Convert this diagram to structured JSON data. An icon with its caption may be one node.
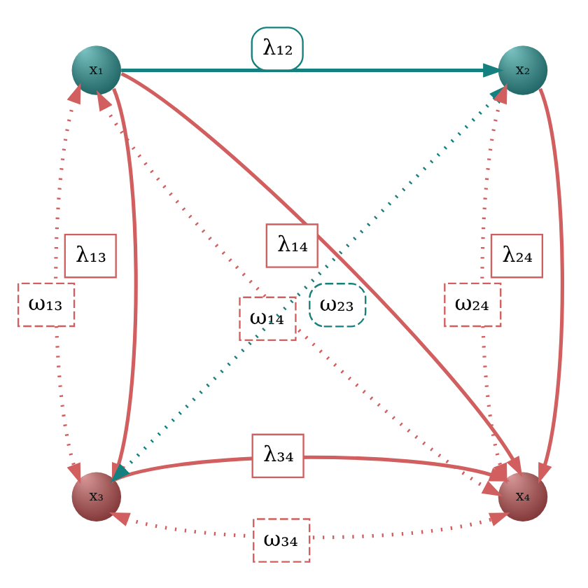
{
  "diagram": {
    "nodes": [
      {
        "text": [
          "x₁"
        ]
      },
      {
        "text": [
          "x₂"
        ]
      },
      {
        "text": [
          "x₃"
        ]
      },
      {
        "text": [
          "x₄"
        ]
      }
    ],
    "edges": [
      {
        "from": 0,
        "to": 1,
        "arrow": "to",
        "label": "λ₁₂",
        "color": "#16807f"
      },
      {
        "from": 0,
        "to": 2,
        "arrow": "to",
        "label": "λ₁₃"
      },
      {
        "from": 0,
        "to": 3,
        "arrow": "to",
        "label": "λ₁₄"
      },
      {
        "from": 1,
        "to": 3,
        "arrow": "to",
        "label": "λ₂₄"
      },
      {
        "from": 2,
        "to": 3,
        "arrow": "to",
        "label": "λ₃₄"
      },
      {
        "from": 0,
        "to": 2,
        "arrow": "both",
        "label": "ω₁₃",
        "style": "dashed"
      },
      {
        "from": 2,
        "to": 1,
        "arrow": "both",
        "label": "ω₂₃",
        "style": "dashed",
        "color": "#16807f"
      },
      {
        "from": 0,
        "to": 3,
        "arrow": "both",
        "label": "ω₁₄",
        "style": "dashed"
      },
      {
        "from": 1,
        "to": 3,
        "arrow": "both",
        "label": "ω₂₄",
        "style": "dashed"
      },
      {
        "from": 2,
        "to": 3,
        "arrow": "both",
        "label": "ω₃₄",
        "style": "dashed"
      }
    ]
  }
}
